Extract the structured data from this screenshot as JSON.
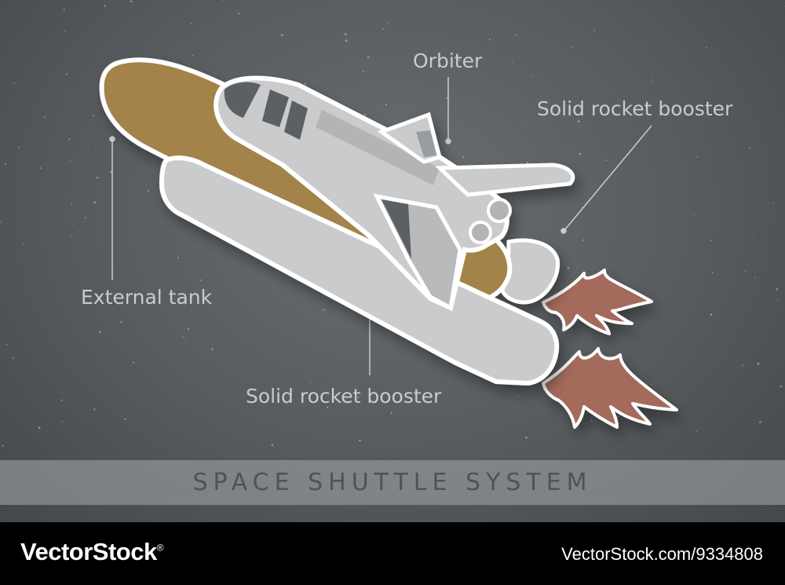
{
  "diagram": {
    "labels": {
      "orbiter": "Orbiter",
      "srb_upper": "Solid rocket booster",
      "external_tank": "External tank",
      "srb_lower": "Solid rocket booster"
    },
    "title": "SPACE SHUTTLE SYSTEM"
  },
  "watermark": {
    "brand": "VectorStock",
    "reg_mark": "®",
    "url": "VectorStock.com/9334808"
  },
  "colors": {
    "background": "#575b5e",
    "tank": "#a3834a",
    "hull": "#c9cbcd",
    "flame": "#a46a5c",
    "outline": "#ffffff",
    "footer": "#000000"
  },
  "icons": {
    "shuttle": "space-shuttle-icon",
    "flames": "rocket-flame-icon"
  }
}
